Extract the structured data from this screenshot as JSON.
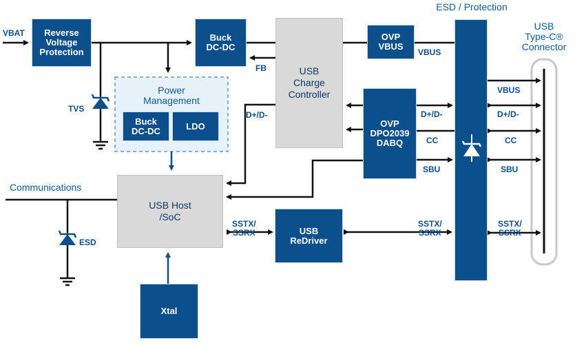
{
  "colors": {
    "block": "#0b4f8c",
    "gray": "#d9d9d9",
    "line": "#111111",
    "accent": "#0b5a9c",
    "pm_fill": "#e6f1fa"
  },
  "blocks": {
    "reverse_protection": "Reverse\nVoltage\nProtection",
    "buck_top": "Buck\nDC-DC",
    "usb_charge": "USB\nCharge\nController",
    "ovp_vbus": "OVP\nVBUS",
    "ovp_dpo": "OVP\nDPO2039\nDABQ",
    "power_management": "Power\nManagement",
    "pm_buck": "Buck\nDC-DC",
    "pm_ldo": "LDO",
    "usb_host": "USB Host\n/SoC",
    "redriver": "USB\nReDriver",
    "xtal": "Xtal"
  },
  "labels": {
    "vbat": "VBAT",
    "tvs": "TVS",
    "fb": "FB",
    "vbus_out": "VBUS",
    "dpdm_host": "D+/D-",
    "dpdm_ovp": "D+/D-",
    "cc_ovp": "CC",
    "sbu_ovp": "SBU",
    "sstx_left": "SSTX/\nSSRX",
    "sstx_mid": "SSTX/\nSSRX",
    "vbus_conn": "VBUS",
    "dpdm_conn": "D+/D-",
    "cc_conn": "CC",
    "sbu_conn": "SBU",
    "sstx_conn": "SSTX/\nSSRX",
    "communications": "Communications",
    "esd": "ESD",
    "esd_protection": "ESD / Protection",
    "usb_typec_connector": "USB\nType-C®\nConnector"
  }
}
